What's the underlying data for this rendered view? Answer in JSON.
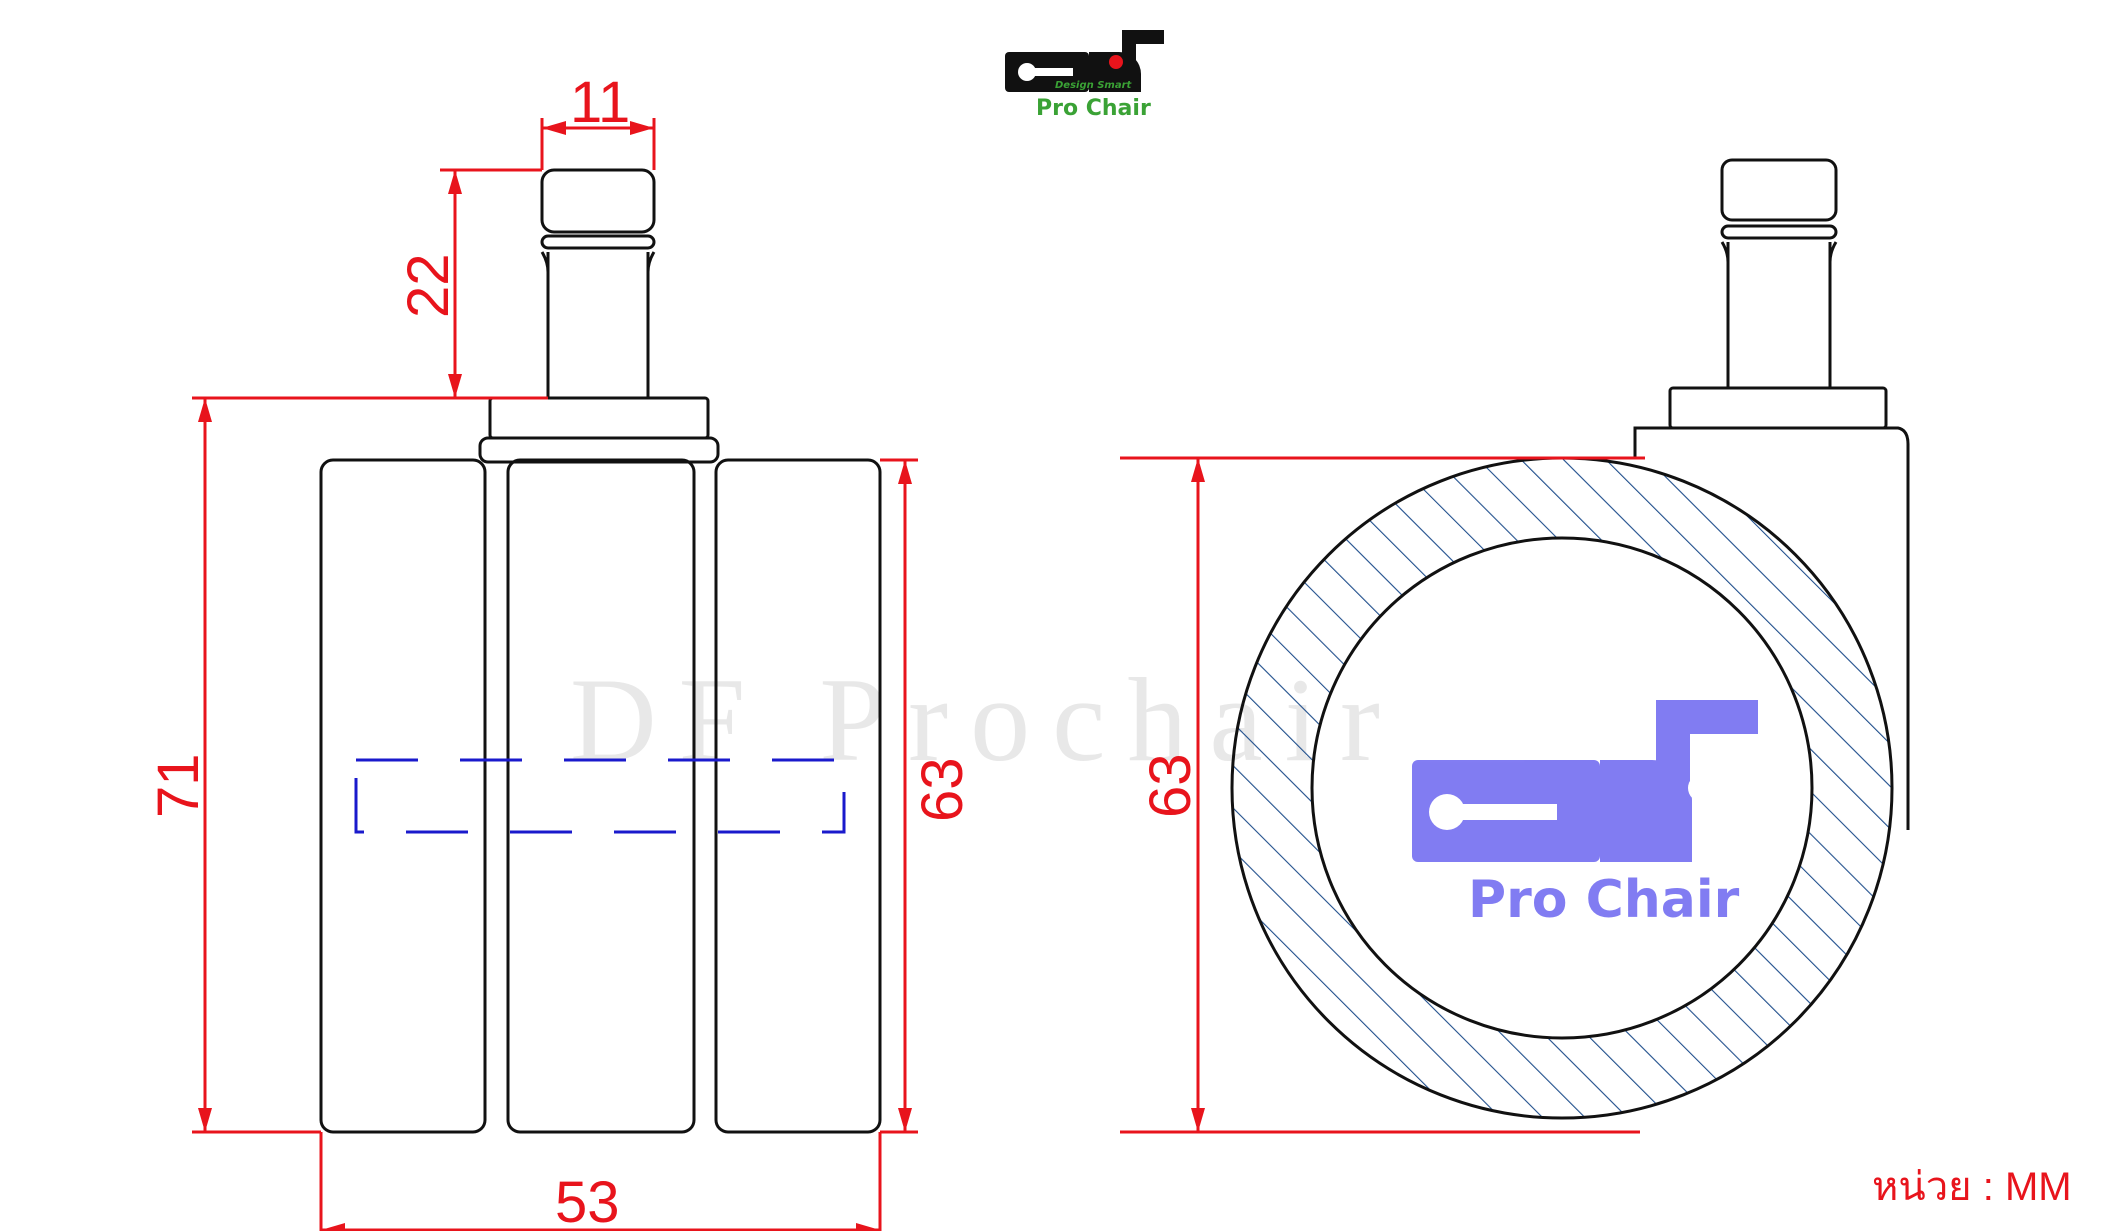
{
  "logo": {
    "brand_letters": "DF",
    "tagline": "Design Smart",
    "name": "Pro Chair",
    "colors": {
      "dark": "#111111",
      "accent": "#e8141c",
      "green": "#3aa235",
      "watermark_blue": "#7b76f2"
    }
  },
  "watermark": {
    "text": "DF Prochair"
  },
  "dimensions": {
    "stem_width": "11",
    "stem_height": "22",
    "total_height": "71",
    "wheel_height_front": "63",
    "wheel_width": "53",
    "wheel_diameter_side": "63"
  },
  "unit_label": "หน่วย : MM",
  "colors": {
    "dimension": "#e8141c",
    "hidden_line": "#1a1acc",
    "hatch": "#1f4e8c",
    "outline": "#111111"
  }
}
